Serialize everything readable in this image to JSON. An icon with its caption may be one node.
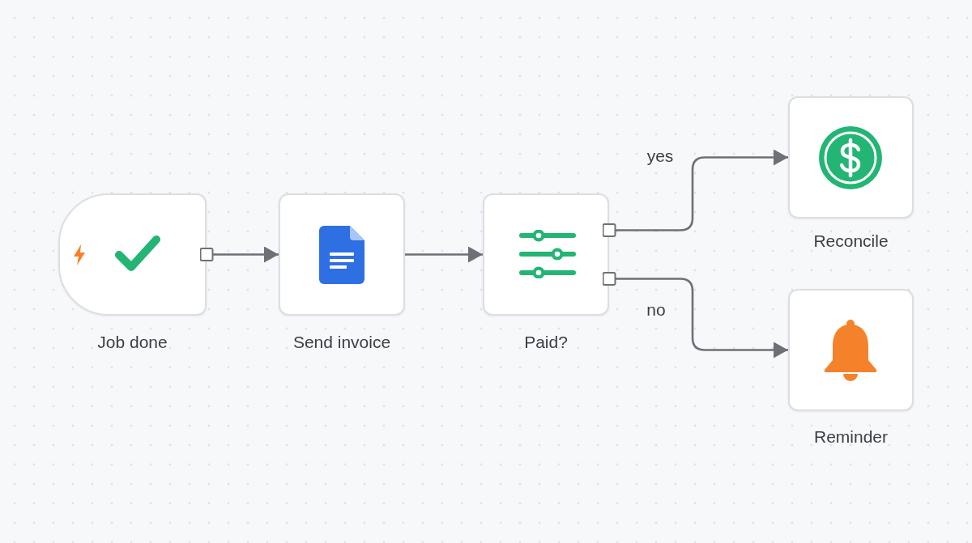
{
  "diagram": {
    "nodes": [
      {
        "text": [
          "Job done"
        ]
      },
      {
        "text": [
          "Send invoice"
        ]
      },
      {
        "text": [
          "Paid?"
        ]
      },
      {
        "text": [
          "Reconcile"
        ]
      },
      {
        "text": [
          "Reminder"
        ]
      }
    ],
    "edges": [
      {
        "from": 0,
        "to": 1,
        "arrow": "to"
      },
      {
        "from": 1,
        "to": 2,
        "arrow": "to"
      },
      {
        "from": 2,
        "to": 3,
        "arrow": "to",
        "label": "yes"
      },
      {
        "from": 2,
        "to": 4,
        "arrow": "to",
        "label": "no"
      }
    ]
  }
}
